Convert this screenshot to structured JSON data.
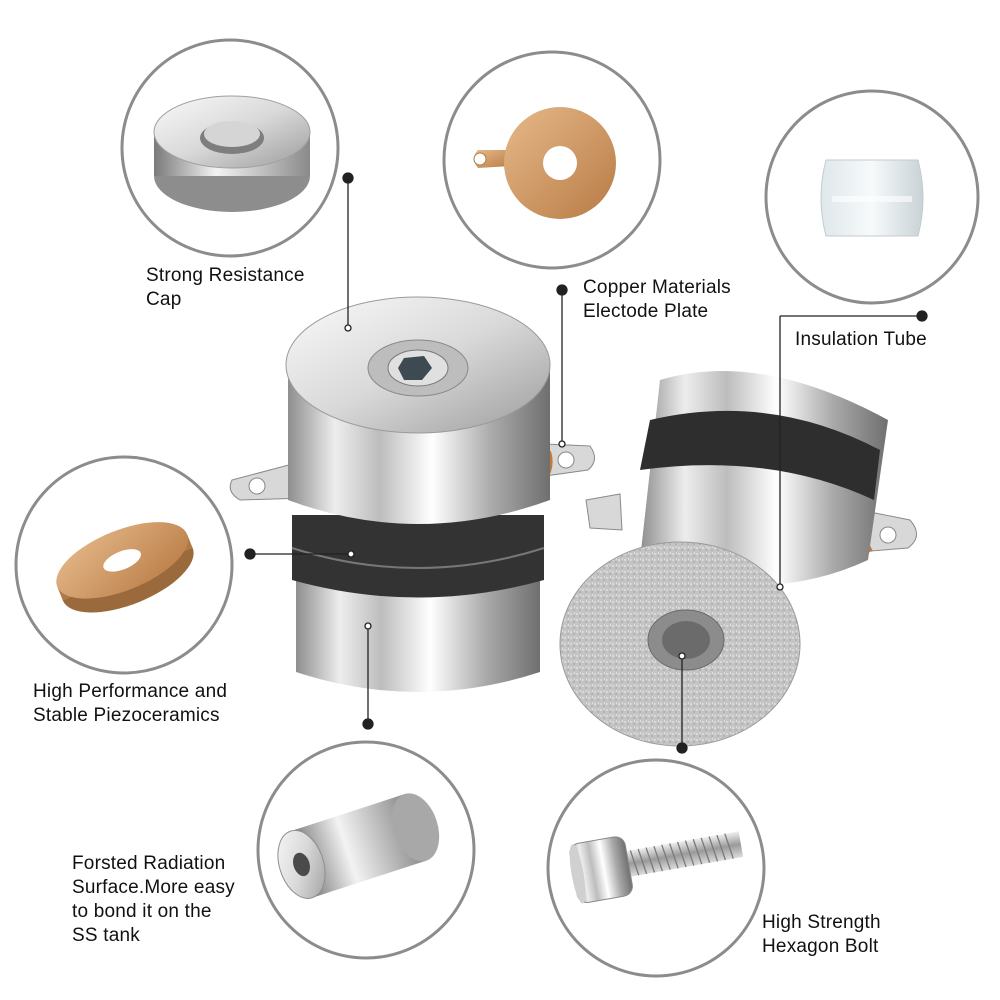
{
  "labels": {
    "cap": "Strong Resistance\nCap",
    "electrode": "Copper Materials\nElectode Plate",
    "insulation": "Insulation Tube",
    "piezo": "High Performance and\nStable Piezoceramics",
    "radiation": "Forsted Radiation\nSurface.More easy\nto bond it on the\nSS tank",
    "bolt": "High Strength\nHexagon Bolt"
  },
  "colors": {
    "circle_border": "#8c8c8c",
    "leader_line": "#222222",
    "copper": "#c8925a",
    "steel_light": "#f2f2f2",
    "steel_dark": "#9a9a9a",
    "ceramic_band": "#2b2b2b"
  }
}
